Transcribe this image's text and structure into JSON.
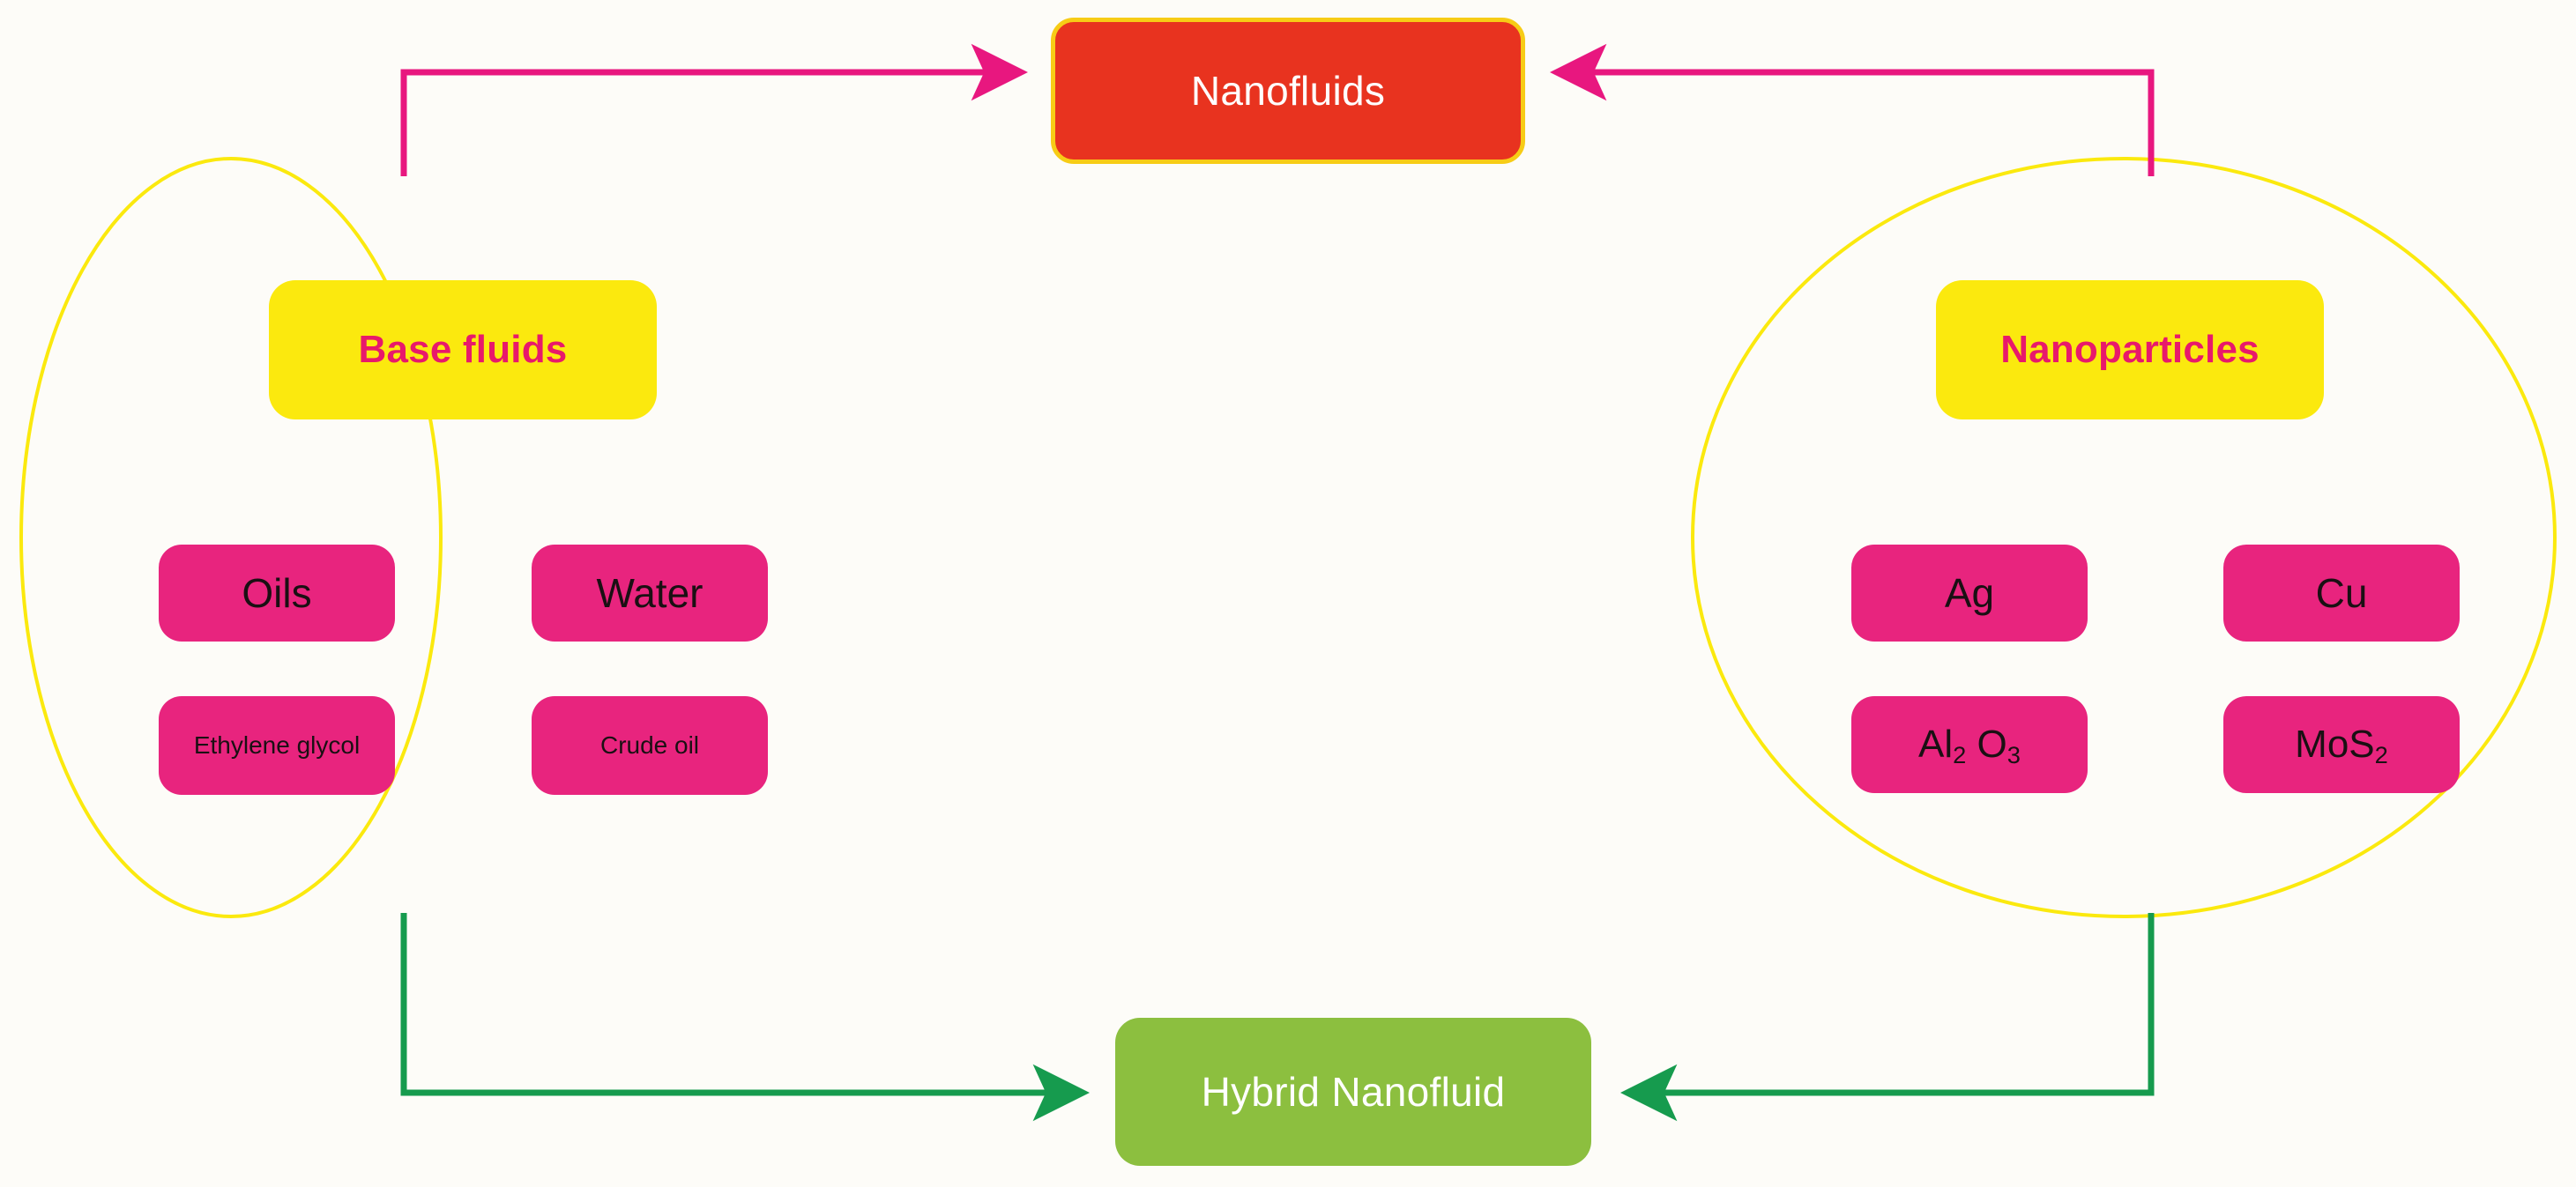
{
  "diagram": {
    "title": "Nanofluids composition diagram",
    "background_color": "#fdfcf8"
  },
  "colors": {
    "red_node": "#e8331f",
    "red_node_border": "#f7cc16",
    "yellow_header": "#fbe90e",
    "header_text": "#e8196b",
    "pink_chip": "#e8247e",
    "chip_text": "#1a1013",
    "green_node": "#8cbf3f",
    "circle_outline": "#fbe90e",
    "pink_arrow": "#e8177f",
    "green_arrow": "#169b4e"
  },
  "nodes": {
    "nanofluids": {
      "label": "Nanofluids"
    },
    "hybrid": {
      "label": "Hybrid Nanofluid"
    }
  },
  "groups": [
    {
      "id": "base-fluids",
      "header": "Base fluids",
      "items": [
        {
          "id": "oils",
          "label": "Oils"
        },
        {
          "id": "water",
          "label": "Water"
        },
        {
          "id": "ethylene-glycol",
          "label": "Ethylene glycol"
        },
        {
          "id": "crude-oil",
          "label": "Crude oil"
        }
      ]
    },
    {
      "id": "nanoparticles",
      "header": "Nanoparticles",
      "items": [
        {
          "id": "ag",
          "label": "Ag"
        },
        {
          "id": "cu",
          "label": "Cu"
        },
        {
          "id": "al2o3",
          "label": "Al",
          "sub1": "2",
          "mid": " O",
          "sub2": "3"
        },
        {
          "id": "mos2",
          "label": "MoS",
          "sub1": "2"
        }
      ]
    }
  ],
  "connectors": [
    {
      "id": "base-fluids-to-nanofluids",
      "color": "#e8177f",
      "from": "base-fluids",
      "to": "nanofluids"
    },
    {
      "id": "nanoparticles-to-nanofluids",
      "color": "#e8177f",
      "from": "nanoparticles",
      "to": "nanofluids"
    },
    {
      "id": "base-fluids-to-hybrid",
      "color": "#169b4e",
      "from": "base-fluids",
      "to": "hybrid"
    },
    {
      "id": "nanoparticles-to-hybrid",
      "color": "#169b4e",
      "from": "nanoparticles",
      "to": "hybrid"
    }
  ]
}
